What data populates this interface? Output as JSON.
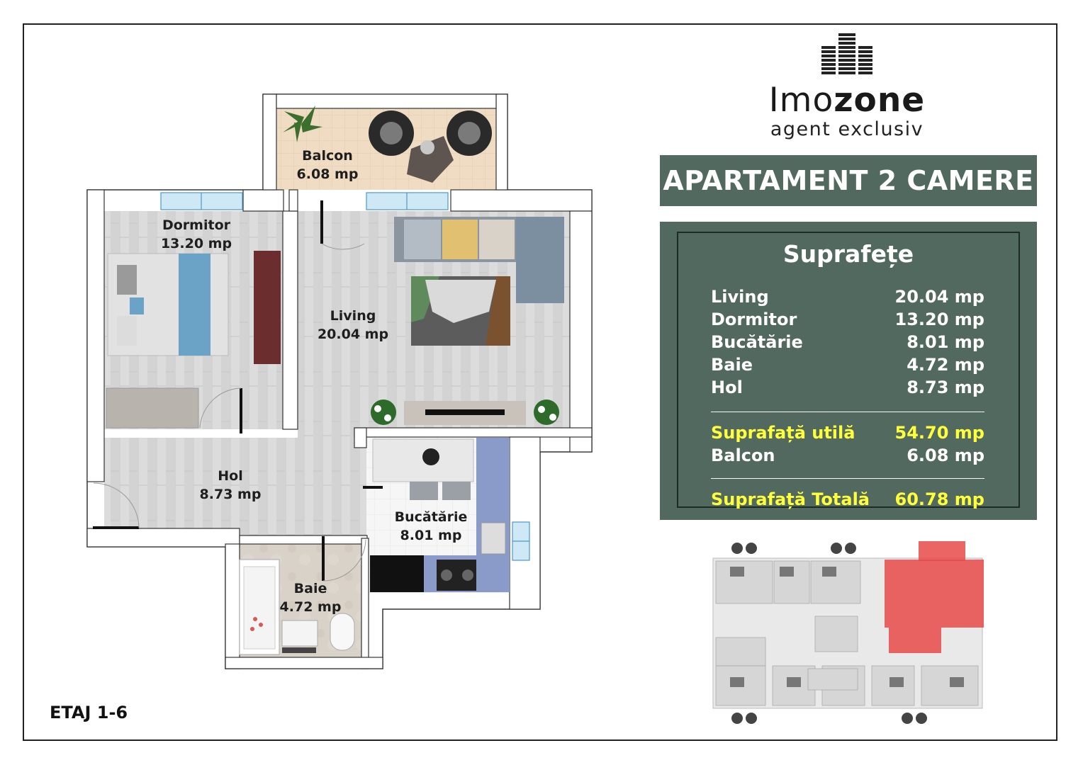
{
  "brand": {
    "name_light": "Imo",
    "name_bold": "zone",
    "tagline": "agent exclusiv",
    "icon": "buildings-icon"
  },
  "title": "APARTAMENT 2 CAMERE",
  "areas": {
    "heading": "Suprafețe",
    "rows": [
      {
        "name": "Living",
        "value": "20.04 mp"
      },
      {
        "name": "Dormitor",
        "value": "13.20 mp"
      },
      {
        "name": "Bucătărie",
        "value": "8.01 mp"
      },
      {
        "name": "Baie",
        "value": "4.72 mp"
      },
      {
        "name": "Hol",
        "value": "8.73 mp"
      }
    ],
    "useful": {
      "name": "Suprafață utilă",
      "value": "54.70 mp"
    },
    "balcony": {
      "name": "Balcon",
      "value": "6.08 mp"
    },
    "total": {
      "name": "Suprafață Totală",
      "value": "60.78 mp"
    }
  },
  "plan": {
    "rooms": [
      {
        "name": "Balcon",
        "area": "6.08 mp"
      },
      {
        "name": "Dormitor",
        "area": "13.20 mp"
      },
      {
        "name": "Living",
        "area": "20.04 mp"
      },
      {
        "name": "Hol",
        "area": "8.73 mp"
      },
      {
        "name": "Bucătărie",
        "area": "8.01 mp"
      },
      {
        "name": "Baie",
        "area": "4.72 mp"
      }
    ],
    "floor": "ETAJ 1-6"
  },
  "colors": {
    "panel": "#52695f",
    "highlight_text": "#ffff3a",
    "selected_unit": "#e84a4a"
  }
}
